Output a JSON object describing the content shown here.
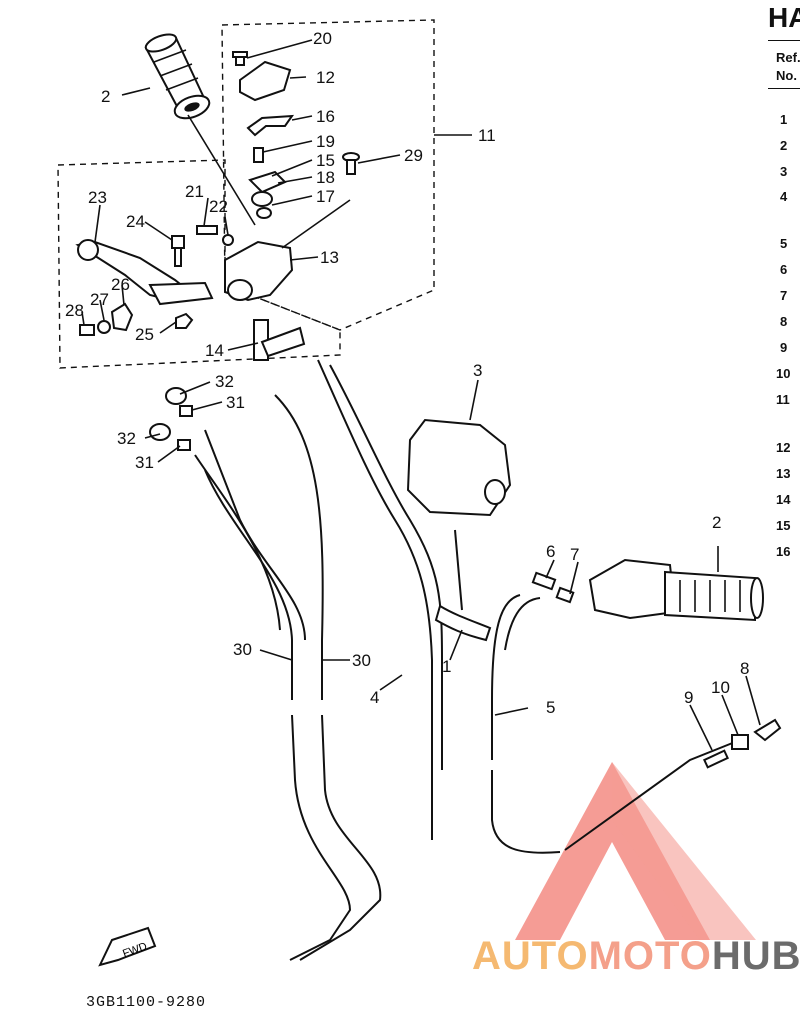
{
  "header": {
    "title": "HA",
    "ref_label": "Ref.",
    "no_label": "No."
  },
  "ref_list": [
    "1",
    "2",
    "3",
    "4",
    "5",
    "6",
    "7",
    "8",
    "9",
    "10",
    "11",
    "12",
    "13",
    "14",
    "15",
    "16"
  ],
  "callouts": {
    "c1": "1",
    "c2a": "2",
    "c2b": "2",
    "c3": "3",
    "c4": "4",
    "c5": "5",
    "c6": "6",
    "c7": "7",
    "c8": "8",
    "c9": "9",
    "c10": "10",
    "c11": "11",
    "c12": "12",
    "c13": "13",
    "c14": "14",
    "c15": "15",
    "c16": "16",
    "c17": "17",
    "c18": "18",
    "c19": "19",
    "c20": "20",
    "c21": "21",
    "c22": "22",
    "c23": "23",
    "c24": "24",
    "c25": "25",
    "c26": "26",
    "c27": "27",
    "c28": "28",
    "c29": "29",
    "c30a": "30",
    "c30b": "30",
    "c31a": "31",
    "c31b": "31",
    "c32a": "32",
    "c32b": "32"
  },
  "fwd_label": "FWD",
  "diagram_code": "3GB1100-9280",
  "watermark": {
    "auto": "AUTO",
    "moto": "MOTO",
    "hub": "HUB",
    "auto_color": "#f5b971",
    "moto_color": "#f4a08a",
    "hub_color": "#6b6b6b",
    "triangle_color": "#ef5b4f"
  }
}
